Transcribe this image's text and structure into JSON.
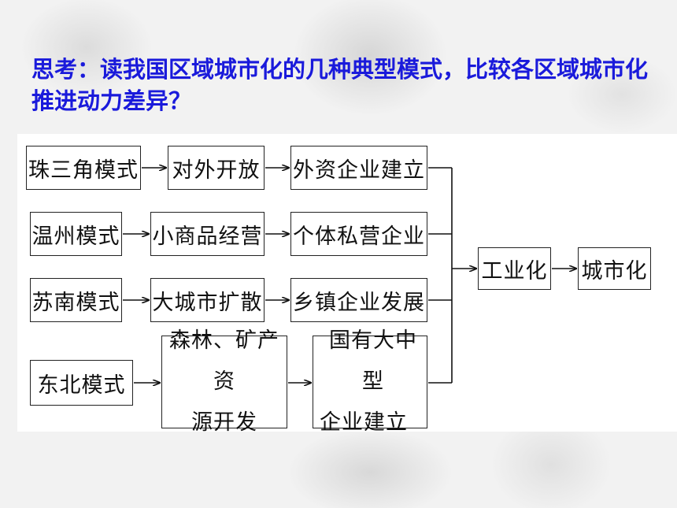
{
  "question": "思考：读我国区域城市化的几种典型模式，比较各区域城市化推进动力差异？",
  "rows": [
    {
      "model": "珠三角模式",
      "driver": "对外开放",
      "result": "外资企业建立"
    },
    {
      "model": "温州模式",
      "driver": "小商品经营",
      "result": "个体私营企业"
    },
    {
      "model": "苏南模式",
      "driver": "大城市扩散",
      "result": "乡镇企业发展"
    },
    {
      "model": "东北模式",
      "driver_lines": [
        "森林、矿产资",
        "源开发"
      ],
      "result_lines": [
        "国有大中型",
        "企业建立"
      ]
    }
  ],
  "industrialization": "工业化",
  "urbanization": "城市化"
}
